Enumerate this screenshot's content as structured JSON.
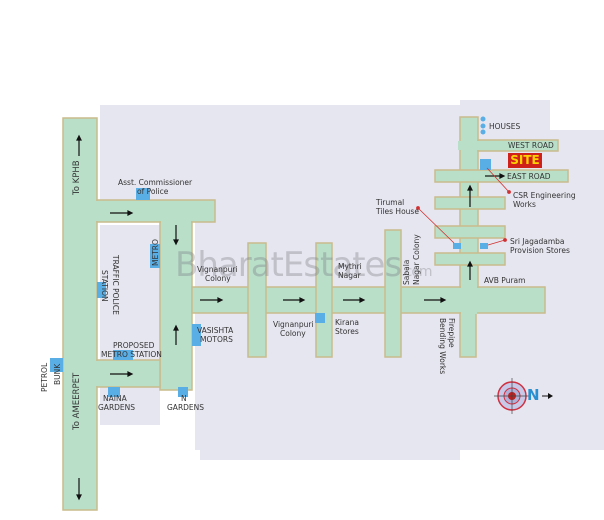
{
  "labels": {
    "to_kphb": "To KPHB",
    "to_ameerpet": "To AMEERPET",
    "petrol": "PETROL",
    "bunk": "BUNK",
    "acp_1": "Asst. Commissioner",
    "acp_2": "of Police",
    "traffic_1": "TRAFFIC POLICE",
    "traffic_2": "STATION",
    "metro": "METRO",
    "proposed_1": "PROPOSED",
    "proposed_2": "METRO STATION",
    "naina_1": "NAINA",
    "naina_2": "GARDENS",
    "n_1": "N",
    "n_2": "GARDENS",
    "vasishta_1": "VASISHTA",
    "vasishta_2": "MOTORS",
    "vignanpuri_top_1": "Vignanpuri",
    "vignanpuri_top_2": "Colony",
    "vignanpuri_bot_1": "Vignanpuri",
    "vignanpuri_bot_2": "Colony",
    "mythri_1": "Mythri",
    "mythri_2": "Nagar",
    "kirana_1": "Kirana",
    "kirana_2": "Stores",
    "sabala": "Sabala",
    "nagar_colony": "Nagar Colony",
    "firepipe_1": "Firepipe",
    "firepipe_2": "Bending Works",
    "tirumal_1": "Tirumal",
    "tirumal_2": "Tiles House",
    "avb": "AVB Puram",
    "jagadamba_1": "Sri Jagadamba",
    "jagadamba_2": "Provision Stores",
    "csr_1": "CSR Engineering",
    "csr_2": "Works",
    "houses": "HOUSES",
    "west_road": "WEST ROAD",
    "east_road": "EAST ROAD",
    "site": "SITE",
    "north": "N"
  },
  "watermark": {
    "main": "BharatEstates",
    "suffix": ".com"
  },
  "colors": {
    "road": "#b9dfc9",
    "road_edge": "#c9bc8c",
    "block": "#e6e6f0",
    "marker": "#5aaee6",
    "site_bg": "#d0201c",
    "site_text": "#ffd200"
  }
}
